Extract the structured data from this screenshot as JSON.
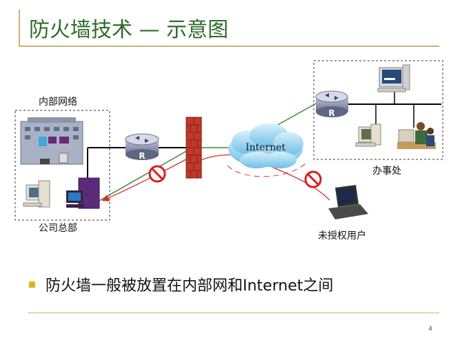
{
  "slide": {
    "title": "防火墙技术 — 示意图",
    "bullet": "防火墙一般被放置在内部网和Internet之间",
    "page_number": "4"
  },
  "diagram": {
    "internal_network_label": "内部网络",
    "headquarters_label": "公司总部",
    "office_label": "办事处",
    "unauthorized_user_label": "未授权用户",
    "internet_label": "Internet",
    "router_glyph": "R"
  },
  "colors": {
    "title": "#2e6b2a",
    "rule": "#c8b273",
    "bullet": "#d6b51d",
    "allowed_link": "#3a8a2e",
    "blocked_link": "#d03030",
    "firewall": "#c0392b"
  }
}
